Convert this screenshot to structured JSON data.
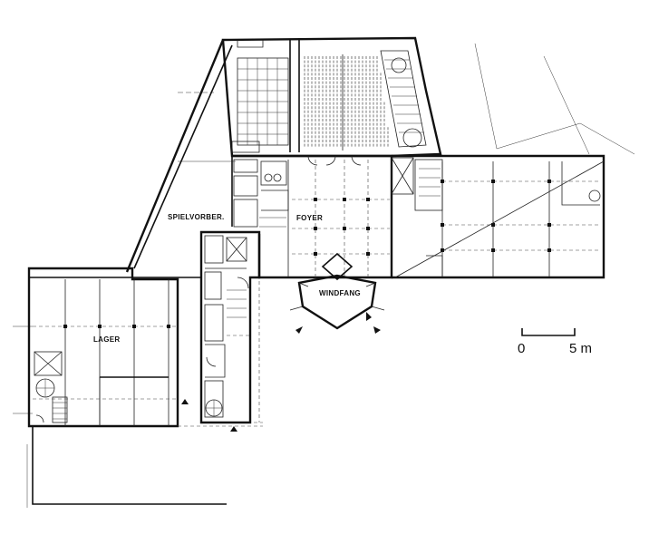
{
  "plan": {
    "rooms": {
      "spielvorber": "SPIELVORBER.",
      "foyer": "FOYER",
      "windfang": "WINDFANG",
      "lager": "LAGER"
    },
    "scale_bar": {
      "start_label": "0",
      "end_label": "5 m"
    }
  }
}
